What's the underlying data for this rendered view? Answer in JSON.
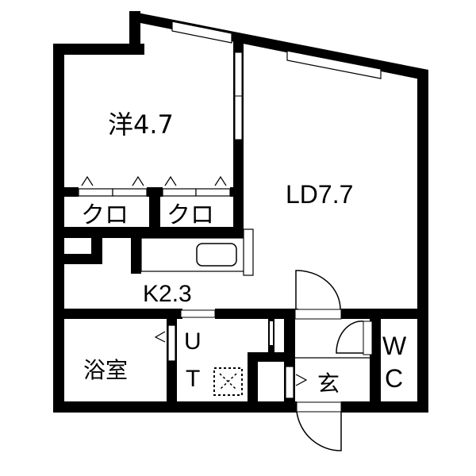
{
  "floor_plan": {
    "type": "apartment-1LDK",
    "colors": {
      "wall": "#000000",
      "background": "#ffffff",
      "line": "#000000"
    },
    "rooms": [
      {
        "id": "western-room",
        "label": "洋4.7",
        "kind": "洋",
        "size_jo": 4.7
      },
      {
        "id": "living-dining",
        "label": "LD7.7",
        "kind": "LD",
        "size_jo": 7.7
      },
      {
        "id": "kitchen",
        "label": "K2.3",
        "kind": "K",
        "size_jo": 2.3
      },
      {
        "id": "closet-1",
        "label": "クロ",
        "kind": "クロ"
      },
      {
        "id": "closet-2",
        "label": "クロ",
        "kind": "クロ"
      },
      {
        "id": "bathroom",
        "label": "浴室",
        "kind": "浴室"
      },
      {
        "id": "utility",
        "label_line1": "U",
        "label_line2": "T",
        "kind": "UT"
      },
      {
        "id": "entrance",
        "label": "玄",
        "kind": "玄"
      },
      {
        "id": "toilet",
        "label_line1": "W",
        "label_line2": "C",
        "kind": "WC"
      }
    ]
  }
}
